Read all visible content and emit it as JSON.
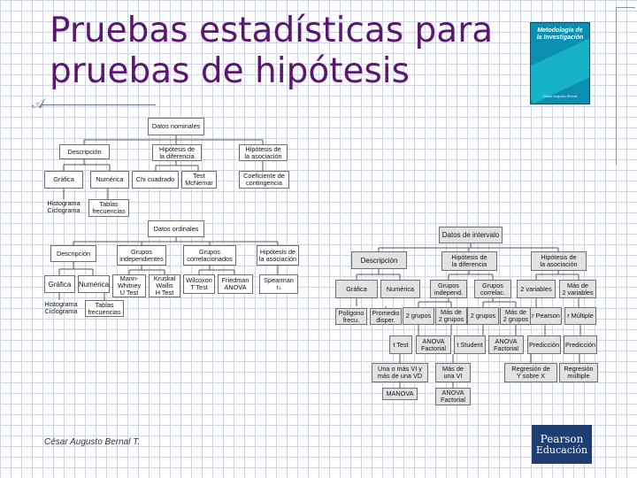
{
  "slide": {
    "title_line1": "Pruebas estadísticas para",
    "title_line2": "pruebas de hipótesis",
    "author": "César Augusto Bernal T.",
    "book_title": "Metodología de la Investigación",
    "book_author": "César Augusto Bernal",
    "logo_line1": "Pearson",
    "logo_line2": "Educación"
  },
  "nominal": {
    "root": "Datos nominales",
    "descripcion": "Descripción",
    "hip_diferencia": "Hipótesis de\nla diferencia",
    "hip_asociacion": "Hipótesis de\nla asociación",
    "grafica": "Gráfica",
    "numerica": "Numérica",
    "chi": "Chi cuadrado",
    "mcnemar": "Test\nMcNemar",
    "coef": "Coeficiente de\ncontingencia",
    "histograma": "Histograma\nCiclograma",
    "tablas": "Tablas\nfrecuencias"
  },
  "ordinal": {
    "root": "Datos ordinales",
    "descripcion": "Descripción",
    "grupos_indep": "Grupos\nindependientes",
    "grupos_corr": "Grupos\ncorrelacionados",
    "hip_asociacion": "Hipótesis de\nla asociación",
    "grafica": "Gráfica",
    "numerica": "Numérica",
    "mann": "Mann-\nWhitney\nU Test",
    "kruskal": "Kruskal\nWallis\nH Test",
    "wilcoxon": "Wilcoxon\nT Test",
    "friedman": "Friedman\nANOVA",
    "spearman": "Spearman\nrₛ",
    "histograma": "Histograma\nCiclograma",
    "tablas": "Tablas\nfrecuencias"
  },
  "interval": {
    "root": "Datos de intervalo",
    "descripcion": "Descripción",
    "hip_diferencia": "Hipótesis de\nla diferencia",
    "hip_asociacion": "Hipótesis de\nla asociación",
    "grafica": "Gráfica",
    "numerica": "Numérica",
    "grupos_indep": "Grupos\nindepend.",
    "grupos_corr": "Grupos\ncorrelac.",
    "dos_variables": "2 variables",
    "mas_de_2": "Más de\n2 variables",
    "poligono": "Polígono\nfrecu.",
    "promedio": "Promedio\ndisper.",
    "dos_grupos_a": "2 grupos",
    "mas_grupos_a": "Más de\n2 grupos",
    "dos_grupos_b": "2 grupos",
    "mas_grupos_b": "Más de\n2 grupos",
    "pearson": "r Pearson",
    "multiple": "r Múltiple",
    "t_test": "t Test",
    "anova_a": "ANOVA\nFactorial",
    "t_student": "t Student",
    "anova_b": "ANOVA\nFactorial",
    "prediccion_a": "Predicción",
    "prediccion_b": "Predicción",
    "vi_vd": "Una o más VI y\nmás de una VD",
    "mas_vi": "Más de\nuna VI",
    "regresion": "Regresión de\nY sobre X",
    "regresion_mult": "Regresión\nmúltiple",
    "manova": "MANOVA",
    "anova_c": "ANOVA\nFactorial"
  }
}
